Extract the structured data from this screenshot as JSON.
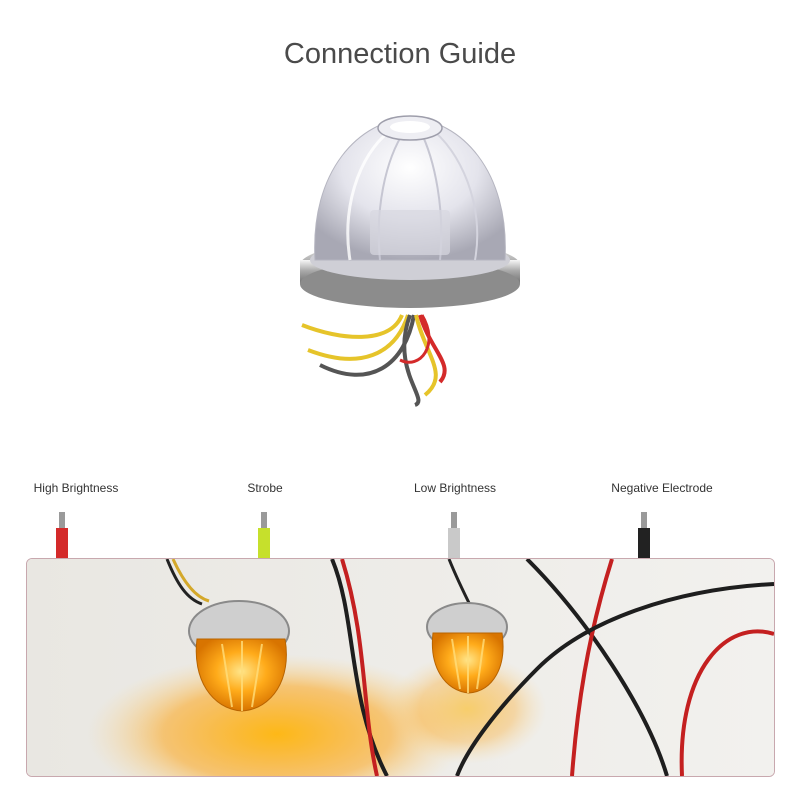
{
  "header": {
    "title": "Connection Guide"
  },
  "wires": [
    {
      "label": "High Brightness",
      "color": "#d42a2a"
    },
    {
      "label": "Strobe",
      "color": "#c6e02c"
    },
    {
      "label": "Low Brightness",
      "color": "#c9c9c9"
    },
    {
      "label": "Negative Electrode",
      "color": "#222222"
    }
  ],
  "icons": {
    "product": "clear-dome-marker-light-icon",
    "photo": "lit-amber-marker-lights-photo"
  },
  "colors": {
    "amber_glow": "#ffa500",
    "chrome": "#d8d8d8"
  }
}
